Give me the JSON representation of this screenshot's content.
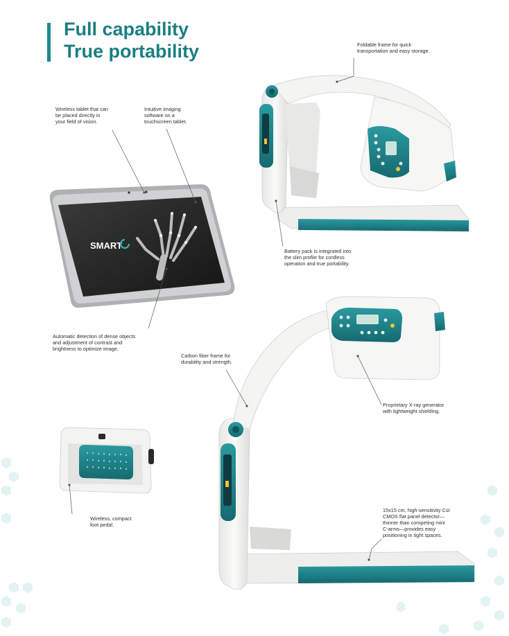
{
  "heading": {
    "line1": "Full capability",
    "line2": "True portability"
  },
  "brand": {
    "tablet_logo": "SMART"
  },
  "callouts": {
    "frame": [
      "Foldable frame for quick",
      "transportation and easy storage."
    ],
    "tablet": [
      "Wireless tablet that can",
      "be placed directly in",
      "your field of vision."
    ],
    "software": [
      "Intuitive imaging",
      "software on a",
      "touchscreen tablet."
    ],
    "battery": [
      "Battery pack is integrated into",
      "the slim profile for cordless",
      "operation and true portability."
    ],
    "auto_detect": [
      "Automatic detection of dense objects",
      "and adjustment of contrast and",
      "brightness to optimize image."
    ],
    "carbon": [
      "Carbon fiber frame for",
      "durability and strength."
    ],
    "generator": [
      "Proprietary X-ray generator",
      "with lightweight shielding."
    ],
    "pedal": [
      "Wireless, compact",
      "foot pedal."
    ],
    "detector": [
      "15x15 cm, high-sensitivity CsI",
      "CMOS flat panel detector—",
      "thinner than competing mini",
      "C-arms—provides easy",
      "positioning in tight spaces."
    ]
  },
  "colors": {
    "accent": "#1f8a8e",
    "teal_dark": "#17727a",
    "device_white": "#f1f1f0",
    "text": "#2e2e2e"
  }
}
